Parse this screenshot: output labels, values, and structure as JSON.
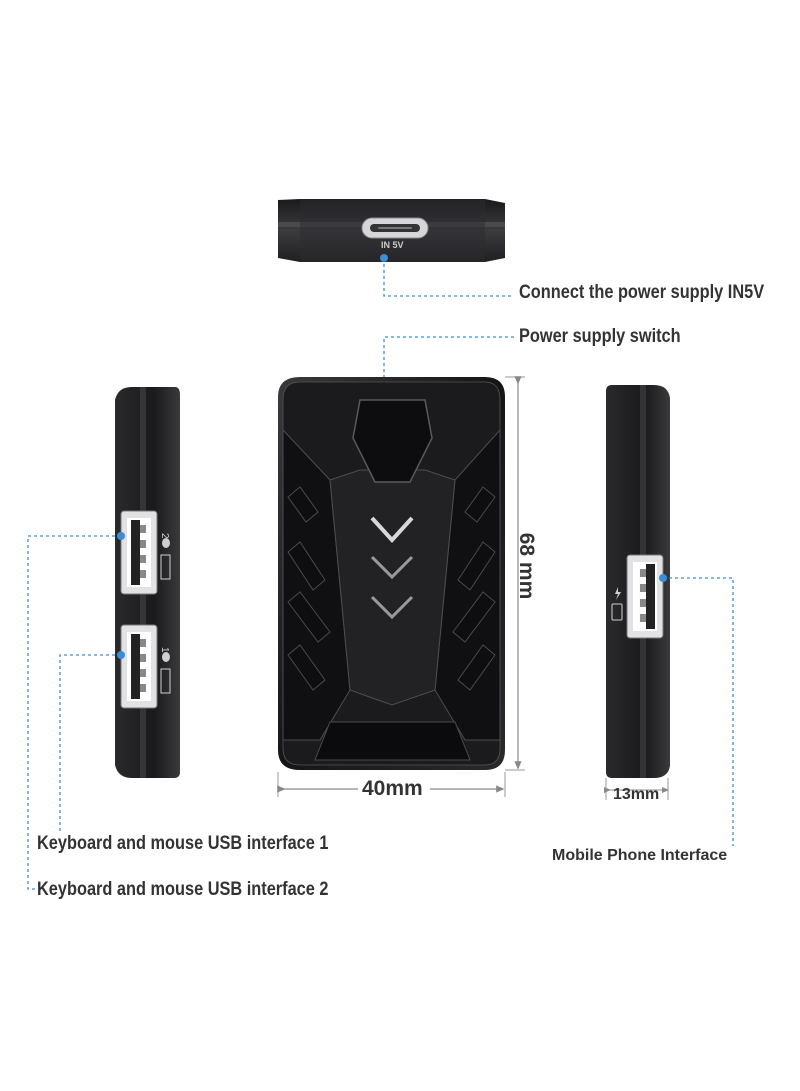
{
  "labels": {
    "power_supply": "Connect the power supply IN5V",
    "power_switch": "Power supply switch",
    "usb1": "Keyboard and mouse USB interface 1",
    "usb2": "Keyboard and mouse USB interface 2",
    "phone": "Mobile Phone Interface"
  },
  "port_text": {
    "typec": "IN 5V",
    "usb_port_1": "1",
    "usb_port_2": "2"
  },
  "dimensions": {
    "height": "68 mm",
    "width": "40mm",
    "thickness": "13mm"
  },
  "colors": {
    "device_body": "#1c1c1e",
    "device_edge": "#3a3a3c",
    "guide_line": "#3b8ed6",
    "text": "#333333"
  }
}
